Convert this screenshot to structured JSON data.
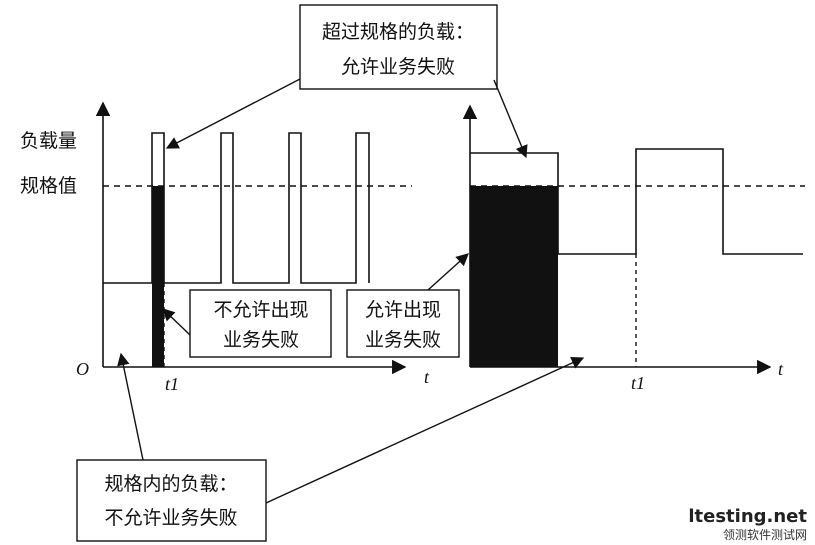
{
  "left_panel": {
    "y_label_load": "负载量",
    "y_label_spec": "规格值",
    "origin_label": "O",
    "x_axis_label": "t",
    "t1_label": "t1"
  },
  "right_panel": {
    "x_axis_label": "t",
    "t1_label": "t1"
  },
  "callouts": {
    "over_spec": [
      "超过规格的负载：",
      "允许业务失败"
    ],
    "not_allowed": [
      "不允许出现",
      "业务失败"
    ],
    "allowed": [
      "允许出现",
      "业务失败"
    ],
    "within_spec": [
      "规格内的负载：",
      "不允许业务失败"
    ]
  },
  "watermark": {
    "site": "ltesting.net",
    "subtitle": "领测软件测试网"
  },
  "colors": {
    "line": "#111111",
    "fill": "#111111",
    "background": "#ffffff"
  }
}
